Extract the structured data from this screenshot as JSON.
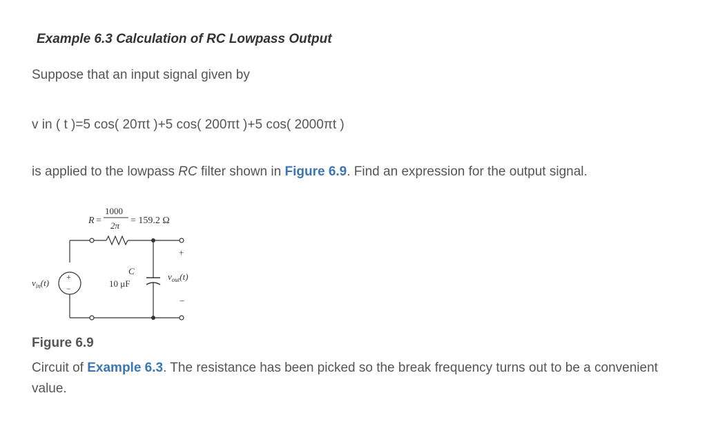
{
  "example": {
    "title": "Example 6.3 Calculation of RC Lowpass Output"
  },
  "body": {
    "intro": "Suppose that an input signal given by",
    "equation": "v in ( t )=5 cos( 20πt )+5 cos( 200πt )+5 cos( 2000πt )",
    "applied_prefix": "is applied to the lowpass ",
    "applied_rc": "RC",
    "applied_mid": " filter shown in ",
    "applied_link": "Figure 6.9",
    "applied_suffix": ". Find an expression for the output signal."
  },
  "circuit": {
    "r_label": "R",
    "r_numerator": "1000",
    "r_denominator": "2π",
    "r_value": "= 159.2 Ω",
    "c_label": "C",
    "c_value": "10 μF",
    "vin_label": "v",
    "vin_sub": "in",
    "vin_arg": "(t)",
    "vout_label": "v",
    "vout_sub": "out",
    "vout_arg": "(t)",
    "plus": "+",
    "minus": "−"
  },
  "figure": {
    "title": "Figure 6.9",
    "caption_prefix": "Circuit of ",
    "caption_link": "Example 6.3",
    "caption_suffix": ". The resistance has been picked so the break frequency turns out to be a convenient value."
  }
}
